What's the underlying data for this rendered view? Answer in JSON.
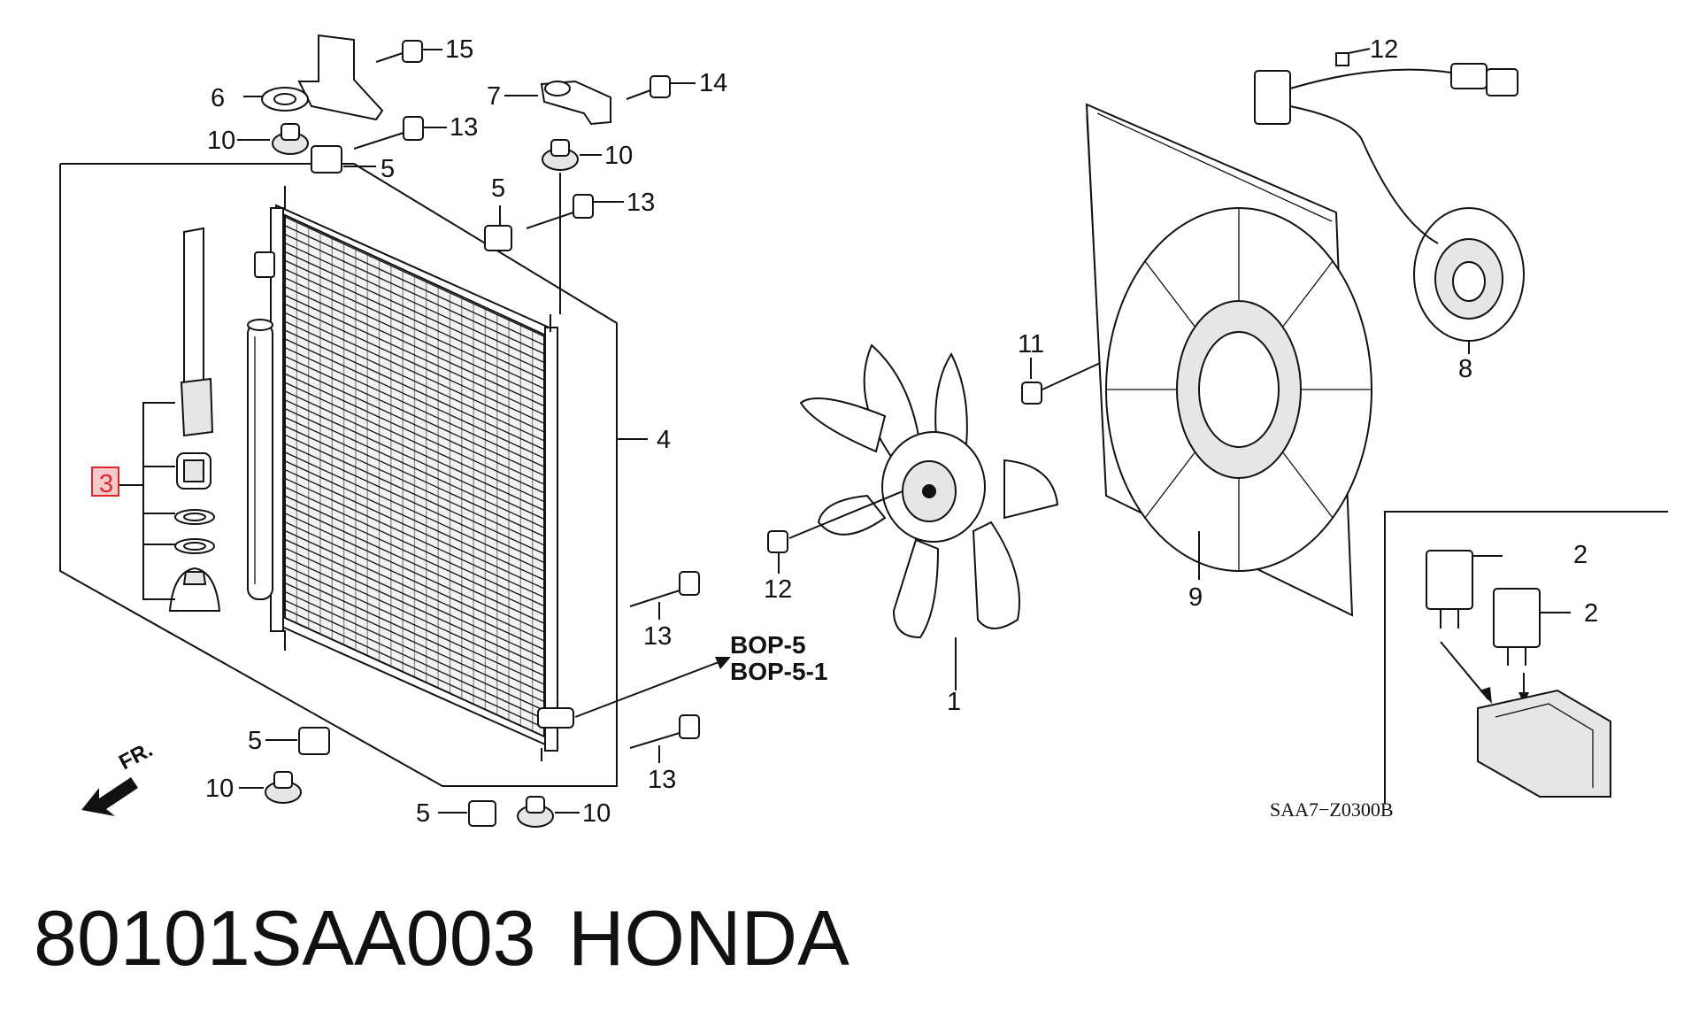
{
  "diagram": {
    "part_callouts": {
      "c1": "1",
      "c2a": "2",
      "c2b": "2",
      "c3": "3",
      "c4": "4",
      "c5a": "5",
      "c5b": "5",
      "c5c": "5",
      "c5d": "5",
      "c6": "6",
      "c7": "7",
      "c8": "8",
      "c9": "9",
      "c10a": "10",
      "c10b": "10",
      "c10c": "10",
      "c10d": "10",
      "c11": "11",
      "c12a": "12",
      "c12b": "12",
      "c13a": "13",
      "c13b": "13",
      "c13c": "13",
      "c13d": "13",
      "c14": "14",
      "c15": "15"
    },
    "references": {
      "ref1": "BOP-5",
      "ref2": "BOP-5-1"
    },
    "direction_label": "FR.",
    "diagram_code": "SAA7−Z0300B"
  },
  "footer": {
    "part_number": "80101SAA003",
    "brand": "HONDA"
  },
  "colors": {
    "highlight": "#e0262b",
    "highlight_fill": "#f6c9cb",
    "line": "#111111"
  }
}
